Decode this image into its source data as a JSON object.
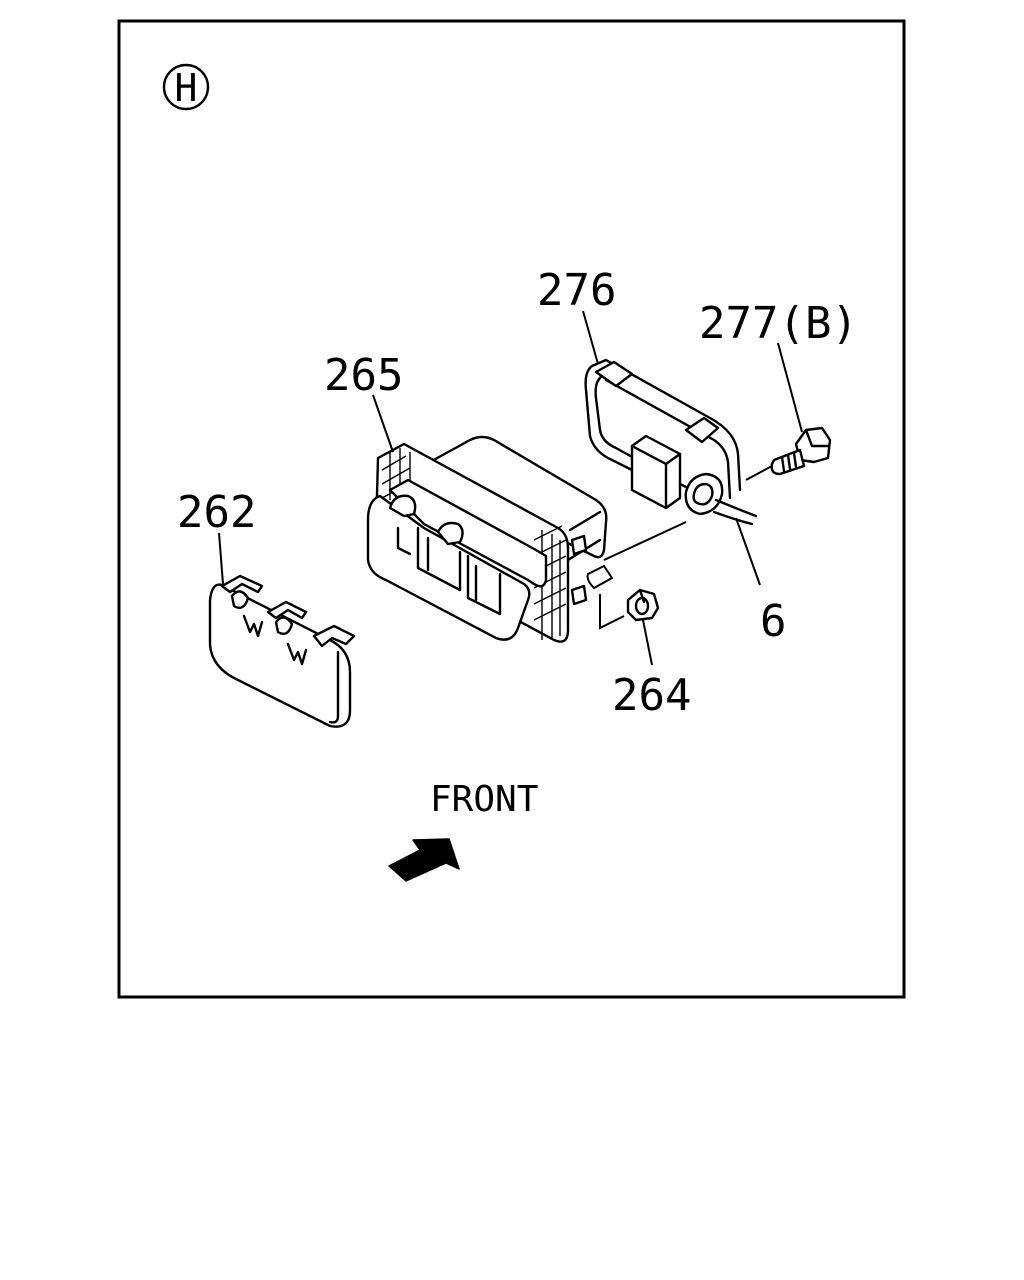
{
  "view_marker": "H",
  "callouts": {
    "c262": "262",
    "c265": "265",
    "c276": "276",
    "c277": "277(B)",
    "c6": "6",
    "c264": "264"
  },
  "direction": {
    "label": "FRONT",
    "arrow_icon": "front-arrow-icon"
  }
}
